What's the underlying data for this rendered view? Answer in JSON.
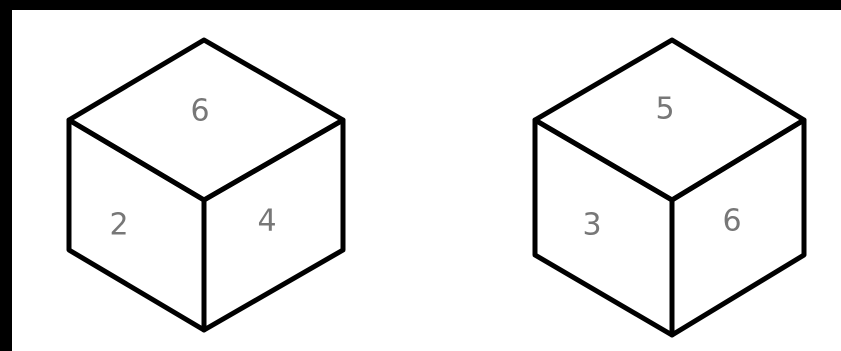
{
  "dice": [
    {
      "faces": {
        "top": "6",
        "left": "2",
        "right": "4"
      }
    },
    {
      "faces": {
        "top": "5",
        "left": "3",
        "right": "6"
      }
    }
  ],
  "colors": {
    "background": "#ffffff",
    "border": "#000000",
    "edge": "#000000",
    "label": "#777777"
  }
}
